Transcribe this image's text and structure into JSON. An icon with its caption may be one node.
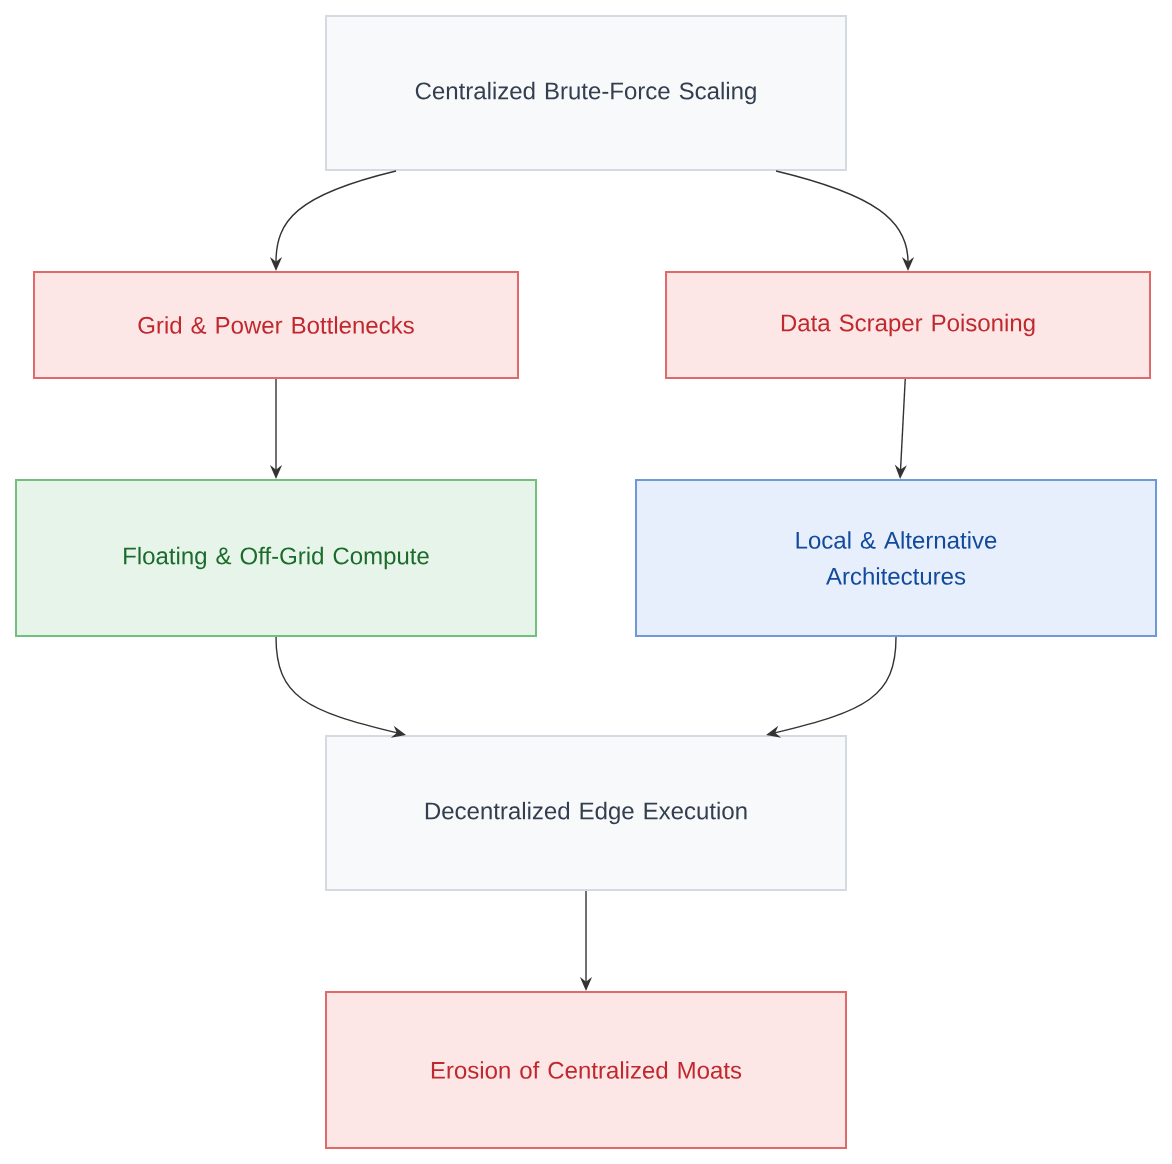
{
  "diagram": {
    "nodes": [
      {
        "text": [
          "Centralized Brute-Force Scaling"
        ]
      },
      {
        "text": [
          "Grid & Power Bottlenecks"
        ]
      },
      {
        "text": [
          "Data Scraper Poisoning"
        ]
      },
      {
        "text": [
          "Floating & Off-Grid Compute"
        ]
      },
      {
        "text": [
          "Local & Alternative Architectures"
        ]
      },
      {
        "text": [
          "Decentralized Edge Execution"
        ]
      },
      {
        "text": [
          "Erosion of Centralized Moats"
        ]
      }
    ],
    "edges": [
      {
        "from": 0,
        "to": 1,
        "arrow": "to"
      },
      {
        "from": 0,
        "to": 2,
        "arrow": "to"
      },
      {
        "from": 1,
        "to": 3,
        "arrow": "to"
      },
      {
        "from": 2,
        "to": 4,
        "arrow": "to"
      },
      {
        "from": 3,
        "to": 5,
        "arrow": "to"
      },
      {
        "from": 4,
        "to": 5,
        "arrow": "to"
      },
      {
        "from": 5,
        "to": 6,
        "arrow": "to"
      }
    ]
  }
}
